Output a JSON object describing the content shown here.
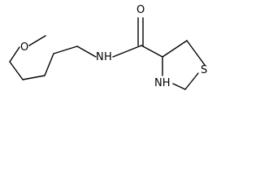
{
  "molecule": {
    "atoms": {
      "ring_oxygen": "O",
      "amide_nitrogen": "N",
      "amide_hydrogen": "H",
      "carbonyl_oxygen": "O",
      "ring_nitrogen": "NH",
      "ring_sulfur": "S"
    }
  }
}
